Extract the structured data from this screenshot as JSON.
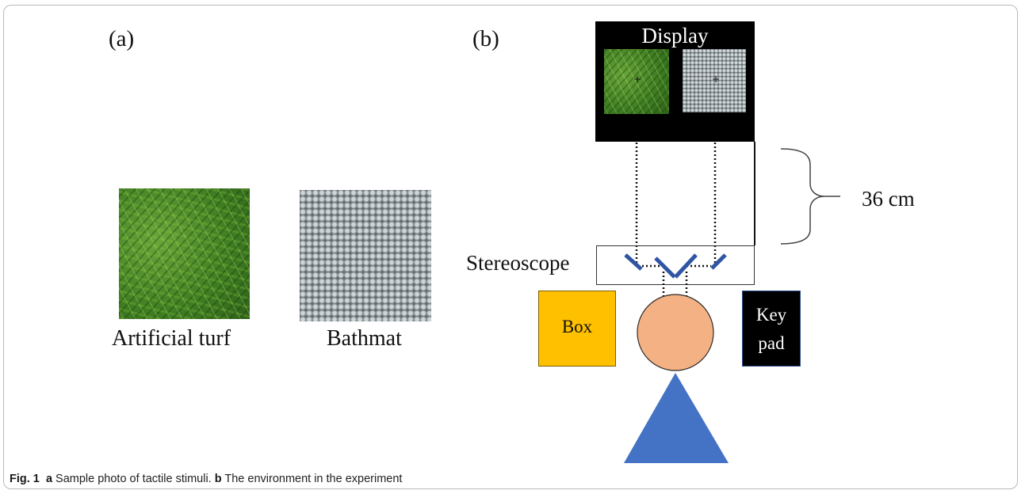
{
  "panel_a": {
    "label": "(a)",
    "samples": [
      {
        "name": "Artificial turf"
      },
      {
        "name": "Bathmat"
      }
    ]
  },
  "panel_b": {
    "label": "(b)",
    "display_label": "Display",
    "distance_label": "36 cm",
    "stereoscope_label": "Stereoscope",
    "box_label": "Box",
    "keypad_label_line1": "Key",
    "keypad_label_line2": "pad",
    "fixation_mark": "+",
    "colors": {
      "box": "#ffc000",
      "keypad": "#000000",
      "head": "#f4b183",
      "body": "#4472c4",
      "mirror": "#2f55a4",
      "display": "#000000"
    }
  },
  "caption": {
    "fig": "Fig. 1",
    "a_key": "a",
    "a_text": "Sample photo of tactile stimuli.",
    "b_key": "b",
    "b_text": "The environment in the experiment"
  }
}
